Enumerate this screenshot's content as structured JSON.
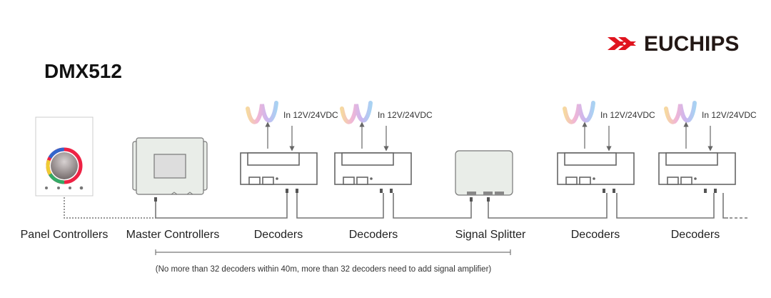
{
  "brand": {
    "name": "EUCHIPS",
    "accent": "#e0141e"
  },
  "title": "DMX512",
  "power_label": "In 12V/24VDC",
  "labels": {
    "panel": "Panel Controllers",
    "master": "Master Controllers",
    "decoder": "Decoders",
    "splitter": "Signal Splitter"
  },
  "note": "(No more than 32 decoders within 40m, more than 32 decoders need to add signal amplifier)"
}
